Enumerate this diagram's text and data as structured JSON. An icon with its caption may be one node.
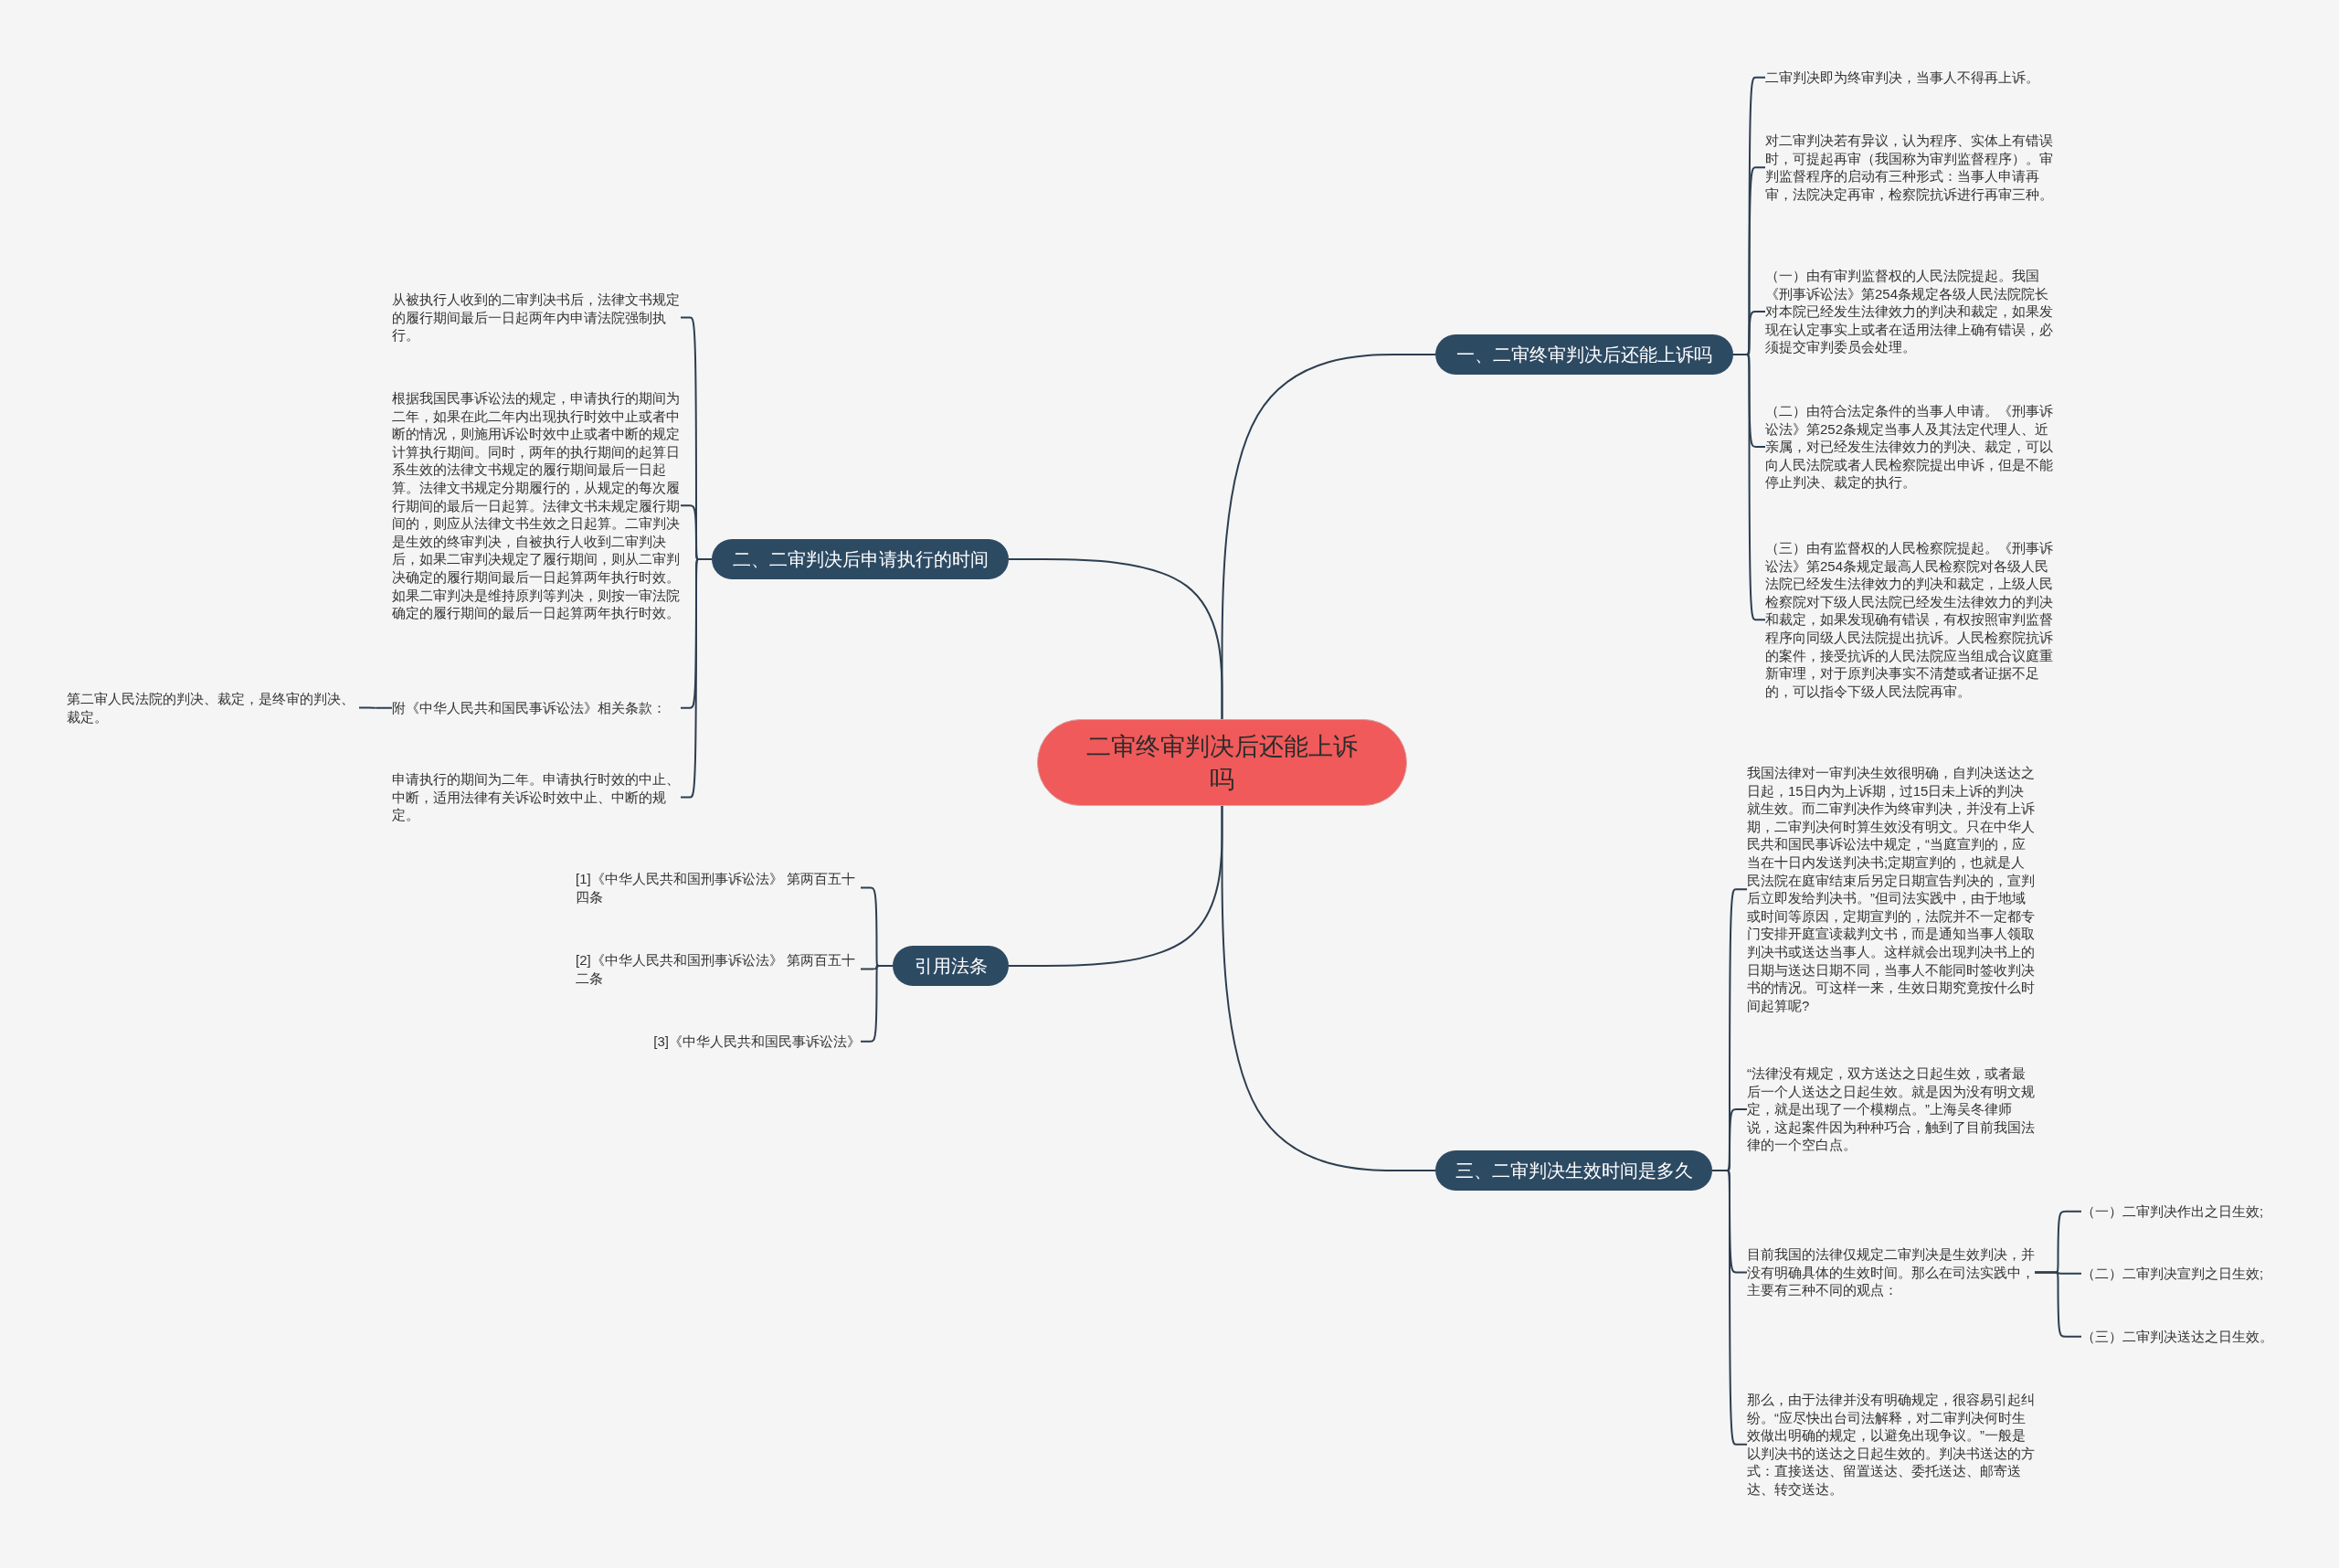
{
  "diagram": {
    "nodes": [
      {
        "text": [
          "二审终审判决后还能上诉吗"
        ]
      },
      {
        "text": [
          "一、二审终审判决后还能上诉吗"
        ]
      },
      {
        "text": [
          "二审判决即为终审判决，当事人不得再上诉。"
        ]
      },
      {
        "text": [
          "对二审判决若有异议，认为程序、实体上有错误时，可提起再审（我国称为审判监督程序）。审判监督程序的启动有三种形式：当事人申请再审，法院决定再审，检察院抗诉进行再审三种。"
        ]
      },
      {
        "text": [
          "（一）由有审判监督权的人民法院提起。我国《刑事诉讼法》第254条规定各级人民法院院长对本院已经发生法律效力的判决和裁定，如果发现在认定事实上或者在适用法律上确有错误，必须提交审判委员会处理。"
        ]
      },
      {
        "text": [
          "（二）由符合法定条件的当事人申请。《刑事诉讼法》第252条规定当事人及其法定代理人、近亲属，对已经发生法律效力的判决、裁定，可以向人民法院或者人民检察院提出申诉，但是不能停止判决、裁定的执行。"
        ]
      },
      {
        "text": [
          "（三）由有监督权的人民检察院提起。《刑事诉讼法》第254条规定最高人民检察院对各级人民法院已经发生法律效力的判决和裁定，上级人民检察院对下级人民法院已经发生法律效力的判决和裁定，如果发现确有错误，有权按照审判监督程序向同级人民法院提出抗诉。人民检察院抗诉的案件，接受抗诉的人民法院应当组成合议庭重新审理，对于原判决事实不清楚或者证据不足的，可以指令下级人民法院再审。"
        ]
      },
      {
        "text": [
          "二、二审判决后申请执行的时间"
        ]
      },
      {
        "text": [
          "从被执行人收到的二审判决书后，法律文书规定的履行期间最后一日起两年内申请法院强制执行。"
        ]
      },
      {
        "text": [
          "根据我国民事诉讼法的规定，申请执行的期间为二年，如果在此二年内出现执行时效中止或者中断的情况，则施用诉讼时效中止或者中断的规定计算执行期间。同时，两年的执行期间的起算日系生效的法律文书规定的履行期间最后一日起算。法律文书规定分期履行的，从规定的每次履行期间的最后一日起算。法律文书未规定履行期间的，则应从法律文书生效之日起算。二审判决是生效的终审判决，自被执行人收到二审判决后，如果二审判决规定了履行期间，则从二审判决确定的履行期间最后一日起算两年执行时效。如果二审判决是维持原判等判决，则按一审法院确定的履行期间的最后一日起算两年执行时效。"
        ]
      },
      {
        "text": [
          "附《中华人民共和国民事诉讼法》相关条款："
        ]
      },
      {
        "text": [
          "第二审人民法院的判决、裁定，是终审的判决、裁定。"
        ]
      },
      {
        "text": [
          "申请执行的期间为二年。申请执行时效的中止、中断，适用法律有关诉讼时效中止、中断的规定。"
        ]
      },
      {
        "text": [
          "引用法条"
        ]
      },
      {
        "text": [
          "[1]《中华人民共和国刑事诉讼法》 第两百五十四条"
        ]
      },
      {
        "text": [
          "[2]《中华人民共和国刑事诉讼法》 第两百五十二条"
        ]
      },
      {
        "text": [
          "[3]《中华人民共和国民事诉讼法》"
        ]
      },
      {
        "text": [
          "三、二审判决生效时间是多久"
        ]
      },
      {
        "text": [
          "我国法律对一审判决生效很明确，自判决送达之日起，15日内为上诉期，过15日未上诉的判决就生效。而二审判决作为终审判决，并没有上诉期，二审判决何时算生效没有明文。只在中华人民共和国民事诉讼法中规定，“当庭宣判的，应当在十日内发送判决书;定期宣判的，也就是人民法院在庭审结束后另定日期宣告判决的，宣判后立即发给判决书。”但司法实践中，由于地域或时间等原因，定期宣判的，法院并不一定都专门安排开庭宣读裁判文书，而是通知当事人领取判决书或送达当事人。这样就会出现判决书上的日期与送达日期不同，当事人不能同时签收判决书的情况。可这样一来，生效日期究竟按什么时间起算呢?"
        ]
      },
      {
        "text": [
          "“法律没有规定，双方送达之日起生效，或者最后一个人送达之日起生效。就是因为没有明文规定，就是出现了一个模糊点。”上海吴冬律师说，这起案件因为种种巧合，触到了目前我国法律的一个空白点。"
        ]
      },
      {
        "text": [
          "目前我国的法律仅规定二审判决是生效判决，并没有明确具体的生效时间。那么在司法实践中，主要有三种不同的观点："
        ]
      },
      {
        "text": [
          "（一）二审判决作出之日生效;"
        ]
      },
      {
        "text": [
          "（二）二审判决宣判之日生效;"
        ]
      },
      {
        "text": [
          "（三）二审判决送达之日生效。"
        ]
      },
      {
        "text": [
          "那么，由于法律并没有明确规定，很容易引起纠纷。“应尽快出台司法解释，对二审判决何时生效做出明确的规定，以避免出现争议。”一般是以判决书的送达之日起生效的。判决书送达的方式：直接送达、留置送达、委托送达、邮寄送达、转交送达。"
        ]
      }
    ],
    "edges": [
      {
        "from": 0,
        "to": 1,
        "arrow": "none"
      },
      {
        "from": 1,
        "to": 2,
        "arrow": "none"
      },
      {
        "from": 1,
        "to": 3,
        "arrow": "none"
      },
      {
        "from": 1,
        "to": 4,
        "arrow": "none"
      },
      {
        "from": 1,
        "to": 5,
        "arrow": "none"
      },
      {
        "from": 1,
        "to": 6,
        "arrow": "none"
      },
      {
        "from": 0,
        "to": 7,
        "arrow": "none"
      },
      {
        "from": 7,
        "to": 8,
        "arrow": "none"
      },
      {
        "from": 7,
        "to": 9,
        "arrow": "none"
      },
      {
        "from": 7,
        "to": 10,
        "arrow": "none"
      },
      {
        "from": 10,
        "to": 11,
        "arrow": "none"
      },
      {
        "from": 7,
        "to": 12,
        "arrow": "none"
      },
      {
        "from": 0,
        "to": 13,
        "arrow": "none"
      },
      {
        "from": 13,
        "to": 14,
        "arrow": "none"
      },
      {
        "from": 13,
        "to": 15,
        "arrow": "none"
      },
      {
        "from": 13,
        "to": 16,
        "arrow": "none"
      },
      {
        "from": 0,
        "to": 17,
        "arrow": "none"
      },
      {
        "from": 17,
        "to": 18,
        "arrow": "none"
      },
      {
        "from": 17,
        "to": 19,
        "arrow": "none"
      },
      {
        "from": 17,
        "to": 20,
        "arrow": "none"
      },
      {
        "from": 20,
        "to": 21,
        "arrow": "none"
      },
      {
        "from": 20,
        "to": 22,
        "arrow": "none"
      },
      {
        "from": 20,
        "to": 23,
        "arrow": "none"
      },
      {
        "from": 17,
        "to": 24,
        "arrow": "none"
      }
    ]
  }
}
